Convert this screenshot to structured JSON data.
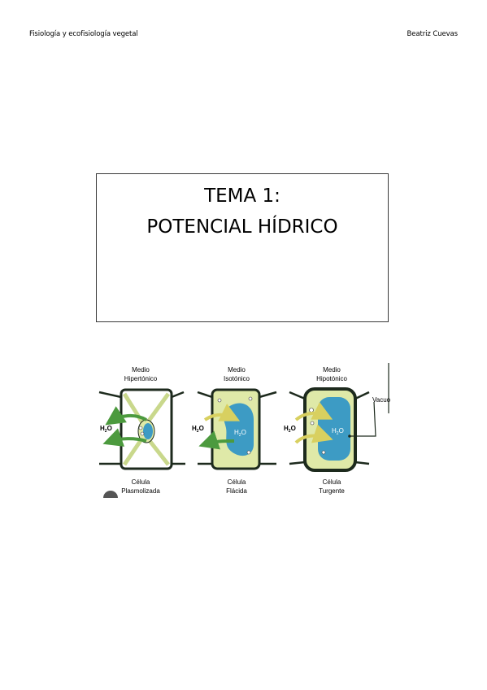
{
  "header": {
    "left": "Fisiología y ecofisiología vegetal",
    "right": "Beatriz Cuevas"
  },
  "title": {
    "line1": "TEMA 1:",
    "line2": "POTENCIAL HÍDRICO"
  },
  "figure": {
    "cells": [
      {
        "medium_line1": "Medio",
        "medium_line2": "Hipertónico",
        "label_line1": "Célula",
        "label_line2": "Plasmolizada"
      },
      {
        "medium_line1": "Medio",
        "medium_line2": "Isotónico",
        "label_line1": "Célula",
        "label_line2": "Flácida"
      },
      {
        "medium_line1": "Medio",
        "medium_line2": "Hipotónico",
        "label_line1": "Célula",
        "label_line2": "Turgente"
      }
    ],
    "water_label": "H",
    "water_sub": "2",
    "water_tail": "O",
    "vacuole_label": "Vacuola",
    "colors": {
      "cell_wall": "#1d2a1d",
      "cytoplasm": "#dfe9a8",
      "vacuole": "#3d9bc4",
      "arrow_green": "#4c9a3e",
      "arrow_yellow": "#e6e07a"
    }
  }
}
